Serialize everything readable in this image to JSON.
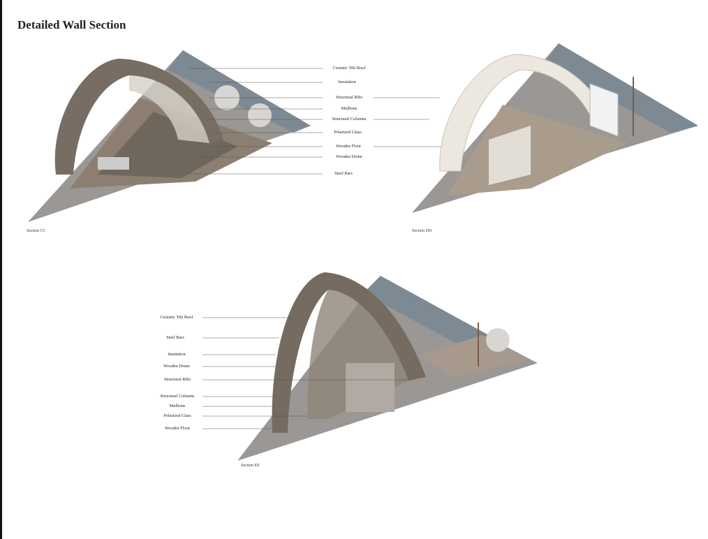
{
  "title": "Detailed Wall Section",
  "sections": {
    "cc": {
      "caption": "Section CC",
      "labels": [
        "Ceramic Tile Roof",
        "Insulation",
        "Structural Ribs",
        "Mullions",
        "Structural Columns",
        "Polarized Glass",
        "Wooden Floor",
        "Wooden Dome",
        "Steel Bars"
      ]
    },
    "dd": {
      "caption": "Section DD"
    },
    "ee": {
      "caption": "Section EE",
      "labels": [
        "Ceramic Tile Roof",
        "Steel Bars",
        "Insulation",
        "Wooden Dome",
        "Structural Ribs",
        "Structural Columns",
        "Mullions",
        "Polarized Glass",
        "Wooden Floor"
      ]
    }
  },
  "colors": {
    "roof": "#7a7168",
    "floor": "#a89a8c",
    "ground": "#8e8c8a",
    "glass": "#9aa3aa",
    "lattice": "#e9e4dc"
  }
}
